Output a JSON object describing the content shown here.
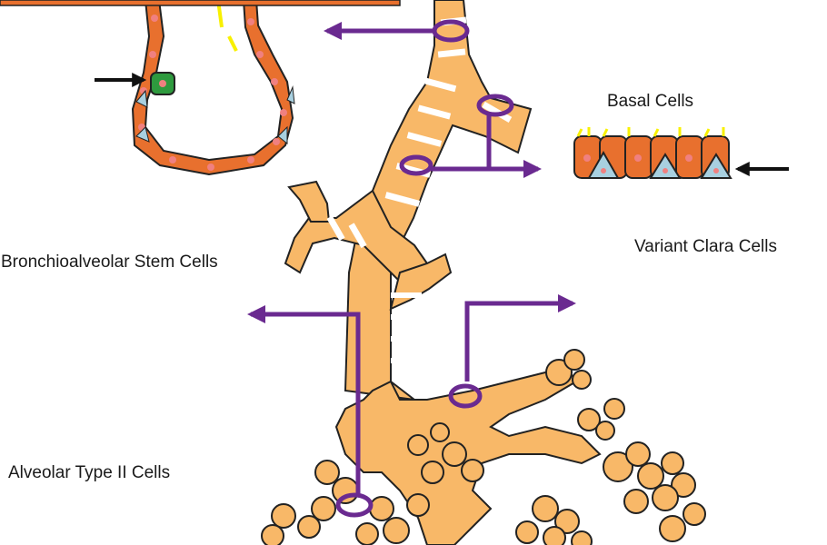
{
  "labels": {
    "basal": "Basal Cells",
    "variant_clara": "Variant Clara Cells",
    "bronchioalveolar": "Bronchioalveolar Stem Cells",
    "alveolar_type2": "Alveolar Type II Cells"
  },
  "colors": {
    "airway": "#f8b868",
    "cell": "#e8702e",
    "nucleus": "#f08080",
    "basal_cell": "#a8d0e0",
    "clara_cell": "#f8c020",
    "stem_cell": "#2e9a3e",
    "alveolar_cell": "#f0c040",
    "bronchioalveolar_cell": "#e02020",
    "arrow": "#6a2a90",
    "cilia": "#f8f000",
    "outline": "#222222"
  },
  "icons": {
    "pointer": "black-arrow-icon",
    "connector": "purple-arrow-icon",
    "marker": "purple-ring-icon"
  }
}
